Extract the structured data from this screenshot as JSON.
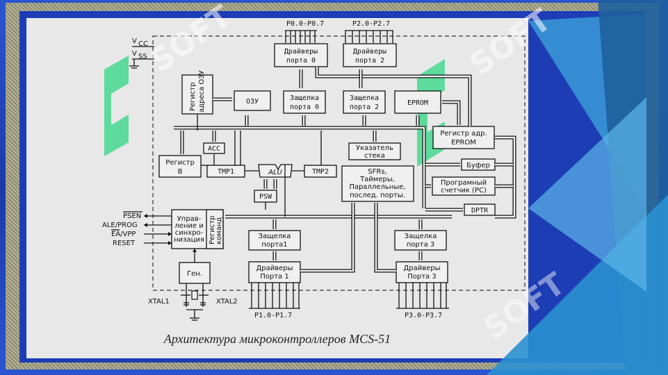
{
  "caption": "Архитектура микроконтроллеров MCS-51",
  "pins": {
    "vcc": "V",
    "vcc_sub": "CC",
    "vss": "V",
    "vss_sub": "SS",
    "psen": "PSEN",
    "ale": "ALE/PROG",
    "ea": "EA/VPP",
    "reset": "RESET",
    "xtal1": "XTAL1",
    "xtal2": "XTAL2"
  },
  "ports": {
    "p0": "P0.0-P0.7",
    "p2": "P2.0-P2.7",
    "p1": "P1.0-P1.7",
    "p3": "P3.0-P3.7"
  },
  "blocks": {
    "drv0": [
      "Драйверы",
      "порта 0"
    ],
    "drv2": [
      "Драйверы",
      "порта 2"
    ],
    "ram_addr": [
      "Регистр",
      "адреса ОЗУ"
    ],
    "ram": "ОЗУ",
    "latch0": [
      "Защелка",
      "порта 0"
    ],
    "latch2": [
      "Защелка",
      "порта 2"
    ],
    "eprom": "EPROM",
    "eprom_reg": [
      "Регистр адр.",
      "EPROM"
    ],
    "acc": "ACC",
    "regb": [
      "Регистр",
      "B"
    ],
    "tmp1": "TMP1",
    "alu": "ALU",
    "tmp2": "TMP2",
    "sp": [
      "Указатель",
      "стека"
    ],
    "sfr": [
      "SFRs,",
      "Таймеры,",
      "Параллельные,",
      "послед. порты."
    ],
    "buffer": "Буфер",
    "pc": [
      "Програмный",
      "счетчик (PC)"
    ],
    "psw": "PSW",
    "dptr": "DPTR",
    "ctrl": [
      "Управ-",
      "ление и",
      "синхро-",
      "низация"
    ],
    "ireg": [
      "Регистр",
      "команд"
    ],
    "latch1": [
      "Защелка",
      "порта1"
    ],
    "latch3": [
      "Защелка",
      "порта 3"
    ],
    "drv1": [
      "Драйверы",
      "Порта 1"
    ],
    "drv3": [
      "Драйверы",
      "Порта 3"
    ],
    "gen": "Ген."
  },
  "watermark": "SOFT",
  "colors": {
    "frame_blue": "#1d3db5",
    "panel_bg": "#e8e8e8",
    "watermark_green": "#3bd68a",
    "accent_teal": "#2a8fc8"
  }
}
